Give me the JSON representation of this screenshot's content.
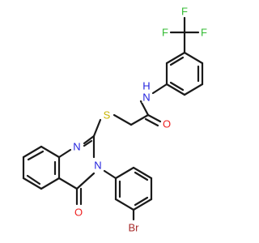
{
  "molecule": {
    "colors": {
      "bond": "#1a1a1a",
      "carbon": "#1a1a1a",
      "nitrogen": "#2222dd",
      "oxygen": "#ee2222",
      "sulfur": "#c8b400",
      "fluorine": "#33bb33",
      "bromine": "#a62929"
    },
    "atoms": {
      "F1": {
        "text": "F",
        "element": "fluorine"
      },
      "F2": {
        "text": "F",
        "element": "fluorine"
      },
      "F3": {
        "text": "F",
        "element": "fluorine"
      },
      "NH": {
        "text": "N",
        "element": "nitrogen"
      },
      "H": {
        "text": "H",
        "element": "nitrogen"
      },
      "O_amide": {
        "text": "O",
        "element": "oxygen"
      },
      "S": {
        "text": "S",
        "element": "sulfur"
      },
      "N1": {
        "text": "N",
        "element": "nitrogen"
      },
      "N3": {
        "text": "N",
        "element": "nitrogen"
      },
      "O_ring": {
        "text": "O",
        "element": "oxygen"
      },
      "Br": {
        "text": "Br",
        "element": "bromine"
      }
    }
  }
}
